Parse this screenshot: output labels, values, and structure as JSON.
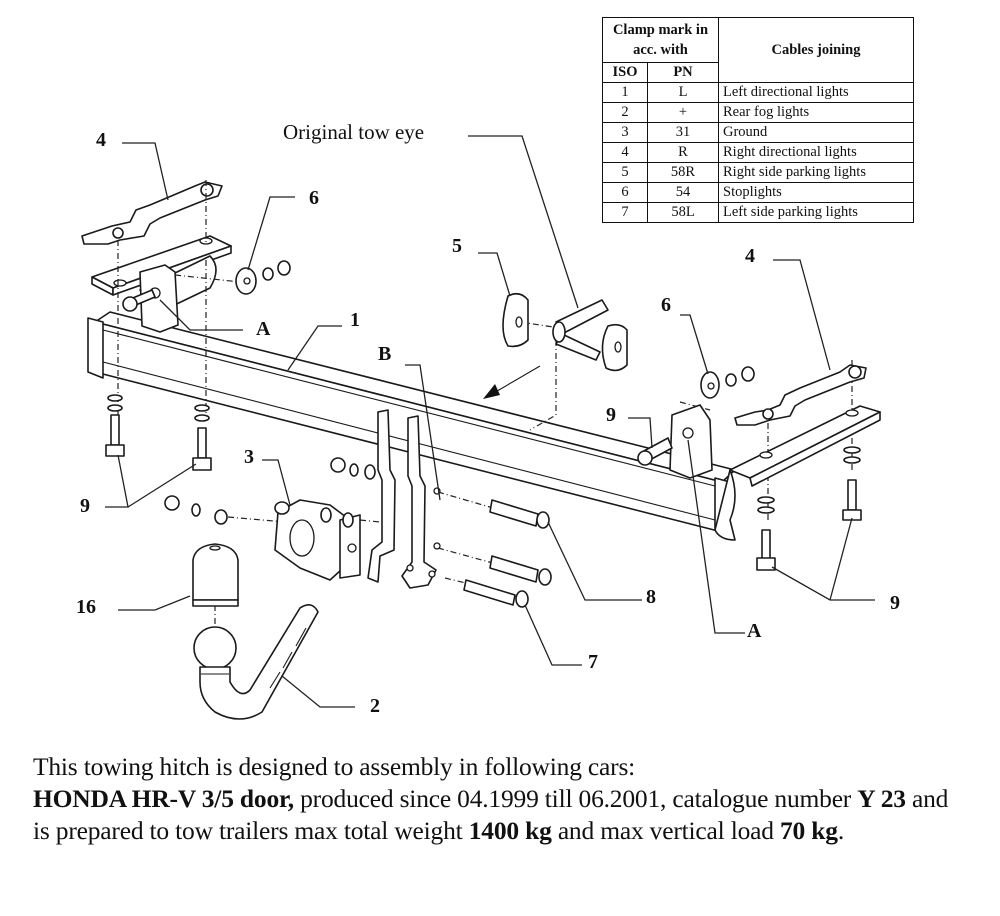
{
  "table": {
    "header_clamp": "Clamp mark in acc. with",
    "header_cables": "Cables joining",
    "header_iso": "ISO",
    "header_pn": "PN",
    "rows": [
      {
        "iso": "1",
        "pn": "L",
        "desc": "Left directional lights"
      },
      {
        "iso": "2",
        "pn": "+",
        "desc": "Rear fog lights"
      },
      {
        "iso": "3",
        "pn": "31",
        "desc": "Ground"
      },
      {
        "iso": "4",
        "pn": "R",
        "desc": "Right directional lights"
      },
      {
        "iso": "5",
        "pn": "58R",
        "desc": "Right side parking lights"
      },
      {
        "iso": "6",
        "pn": "54",
        "desc": "Stoplights"
      },
      {
        "iso": "7",
        "pn": "58L",
        "desc": "Left side parking lights"
      }
    ]
  },
  "labels": {
    "original_tow_eye": "Original tow  eye",
    "callouts": {
      "bracket_left": "4",
      "bracket_right": "4",
      "washer_left": "6",
      "washer_right": "6",
      "tow_eye_plates": "5",
      "crossbar": "1",
      "point_b": "B",
      "point_a_left": "A",
      "point_a_right": "A",
      "bolt_right_upper": "9",
      "bolts_left": "9",
      "bolts_right": "9",
      "socket_plate": "3",
      "ball_cover": "16",
      "ball_neck": "2",
      "bolts_8": "8",
      "bolt_7": "7"
    }
  },
  "description": {
    "line1": "This towing hitch is designed to assembly in following cars:",
    "model": "HONDA HR-V 3/5 door,",
    "produced": " produced since 04.1999 till 06.2001, catalogue number ",
    "catalogue": "Y 23",
    "tow_text": " and is prepared to tow trailers max total weight ",
    "max_weight": "1400 kg",
    "and_text": " and max vertical load ",
    "vertical_load": "70 kg",
    "end": "."
  }
}
